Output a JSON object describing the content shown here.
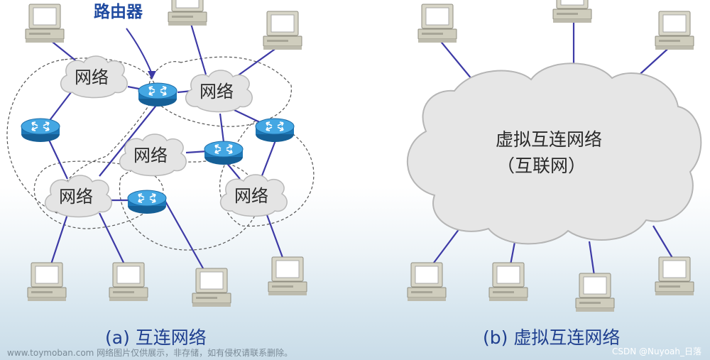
{
  "left": {
    "router_callout": "路由器",
    "network_label": "网络",
    "caption": "(a) 互连网络"
  },
  "right": {
    "cloud_line1": "虚拟互连网络",
    "cloud_line2": "（互联网）",
    "caption": "(b) 虚拟互连网络"
  },
  "watermark": {
    "left": "www.toymoban.com 网络图片仅供展示，非存储，如有侵权请联系删除。",
    "right": "CSDN @Nuyoah_日落"
  },
  "colors": {
    "link": "#3d3aa6",
    "router": "#2a8fd0",
    "cloud_fill": "#e6e6e6",
    "caption": "#1f3f8f"
  }
}
